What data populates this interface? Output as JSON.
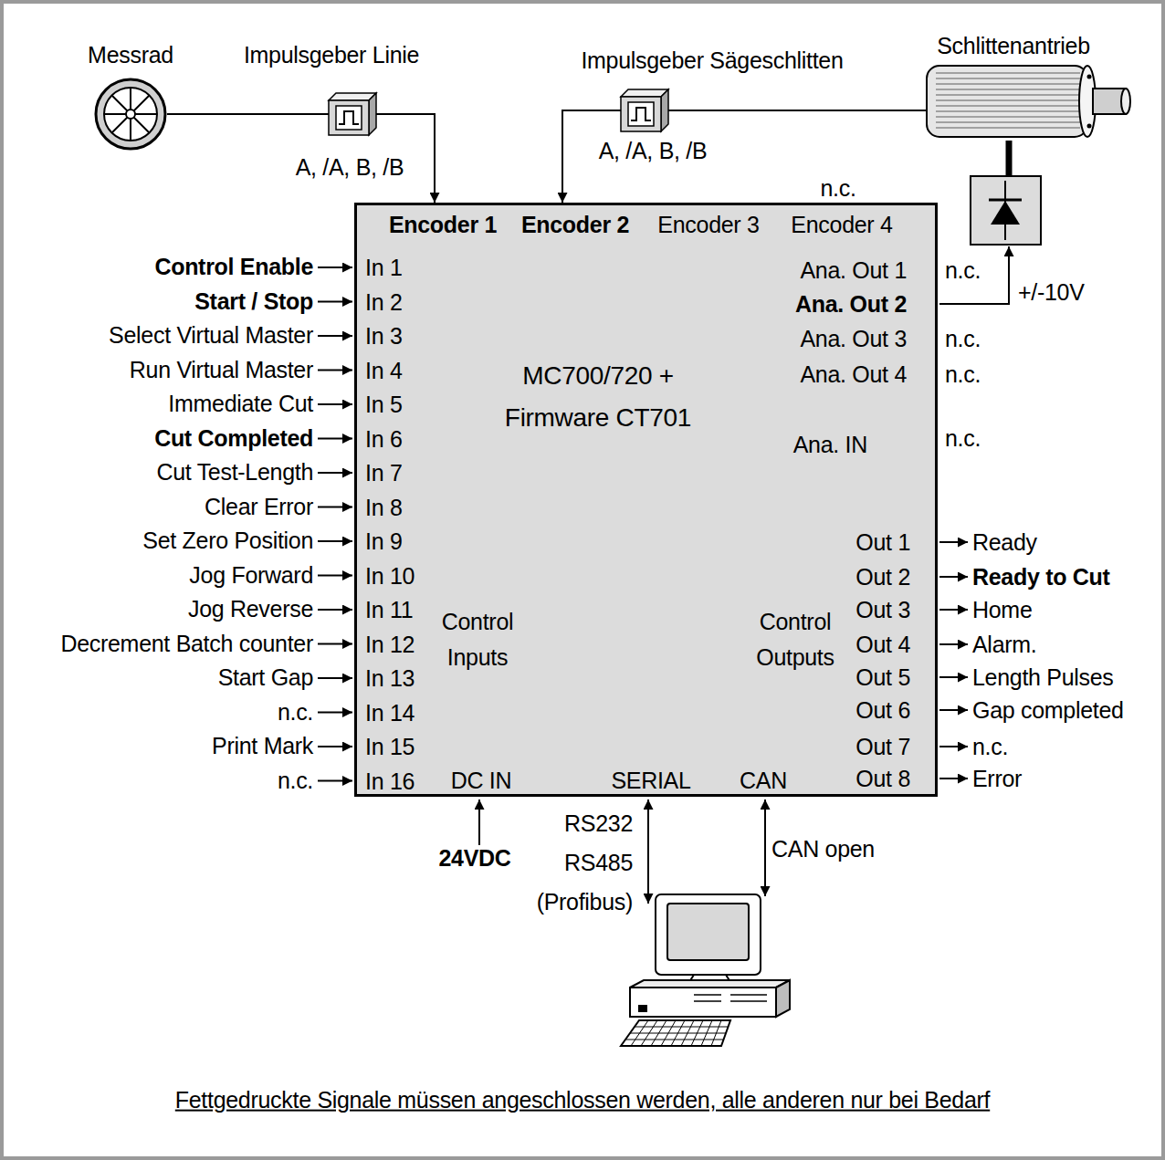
{
  "diagram": {
    "caption": "Fettgedruckte Signale müssen angeschlossen werden, alle anderen nur bei Bedarf",
    "nodes": [
      {
        "text": [
          "Messrad"
        ]
      },
      {
        "text": [
          "Impulsgeber Linie"
        ]
      },
      {
        "text": [
          "Impulsgeber Sägeschlitten"
        ]
      },
      {
        "text": [
          "Schlittenantrieb"
        ]
      },
      {
        "text": [
          "Encoder 1",
          "Encoder 2",
          "Encoder 3",
          "Encoder 4",
          "In 1",
          "In 2",
          "In 3",
          "In 4",
          "In 5",
          "In 6",
          "In 7",
          "In 8",
          "In 9",
          "In 10",
          "In 11",
          "In 12",
          "In 13",
          "In 14",
          "In 15",
          "In 16",
          "MC700/720 + Firmware CT701",
          "Control Inputs",
          "Ana. Out 1",
          "Ana. Out 2",
          "Ana. Out 3",
          "Ana. Out 4",
          "Ana. IN",
          "Control Outputs",
          "Out 1",
          "Out 2",
          "Out 3",
          "Out 4",
          "Out 5",
          "Out 6",
          "Out 7",
          "Out 8",
          "DC IN",
          "SERIAL",
          "CAN"
        ]
      }
    ],
    "edges": [
      {
        "from": 0,
        "to": 1,
        "arrow": "none"
      },
      {
        "from": 1,
        "to": 4,
        "label": "A, /A, B, /B",
        "arrow": "to"
      },
      {
        "from": 2,
        "to": 3,
        "arrow": "none"
      },
      {
        "from": 2,
        "to": 4,
        "label": "A, /A, B, /B",
        "arrow": "to"
      }
    ],
    "labels": [
      "Control Enable",
      "Start / Stop",
      "Select Virtual Master",
      "Run Virtual Master",
      "Immediate Cut",
      "Cut Completed",
      "Cut Test-Length",
      "Clear Error",
      "Set Zero Position",
      "Jog Forward",
      "Jog Reverse",
      "Decrement Batch counter",
      "Start Gap",
      "n.c.",
      "Print Mark",
      "n.c.",
      "n.c.",
      "n.c.",
      "n.c.",
      "n.c.",
      "n.c.",
      "+/-10V",
      "Ready",
      "Ready to Cut",
      "Home",
      "Alarm.",
      "Length Pulses",
      "Gap completed",
      "n.c.",
      "Error",
      "24VDC",
      "RS232",
      "RS485",
      "(Profibus)",
      "CAN open"
    ]
  }
}
